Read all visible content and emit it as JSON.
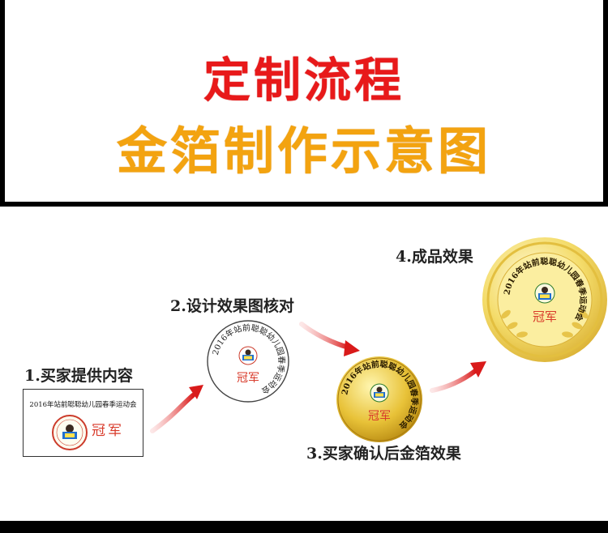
{
  "title": {
    "main": "定制流程",
    "sub": "金箔制作示意图"
  },
  "steps": [
    {
      "label": "1.买家提供内容"
    },
    {
      "label": "2.设计效果图核对"
    },
    {
      "label": "3.买家确认后金箔效果"
    },
    {
      "label": "4.成品效果"
    }
  ],
  "medal": {
    "ring_text": "2016年站前聪聪幼儿园春季运动会",
    "center_text": "冠军"
  },
  "colors": {
    "title_red": "#e8191a",
    "title_orange": "#f3a310",
    "arrow_red": "#d91a1a",
    "gold": "#e8c238",
    "medal_gold": "#f4dc6a"
  },
  "icons": [
    "kids-reading-logo",
    "red-arrow"
  ]
}
